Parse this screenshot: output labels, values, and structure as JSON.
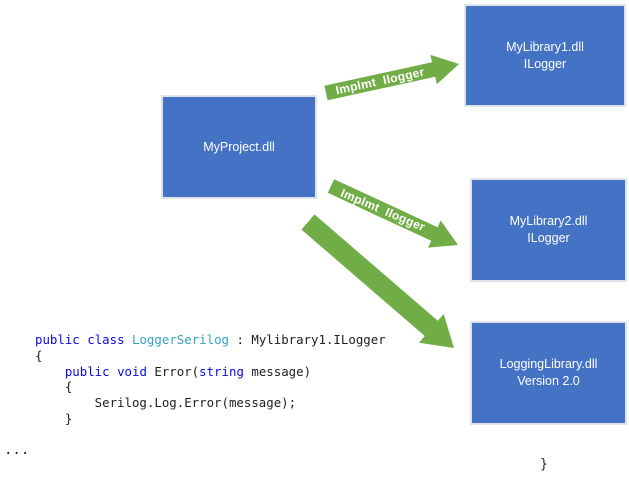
{
  "diagram": {
    "nodes": [
      {
        "id": "myproject",
        "lines": [
          "MyProject.dll"
        ]
      },
      {
        "id": "mylibrary1",
        "lines": [
          "MyLibrary1.dll",
          "ILogger"
        ]
      },
      {
        "id": "mylibrary2",
        "lines": [
          "MyLibrary2.dll",
          "ILogger"
        ]
      },
      {
        "id": "logginglibrary",
        "lines": [
          "LoggingLibrary.dll",
          "Version 2.0"
        ]
      }
    ],
    "arrows": [
      {
        "id": "implement-arrow-1",
        "label": "Implmt  Ilogger"
      },
      {
        "id": "implement-arrow-2",
        "label": "Implmt  Ilogger"
      },
      {
        "id": "dependency-arrow-3",
        "label": ""
      }
    ],
    "colors": {
      "node_fill": "#4472C4",
      "node_border": "#DFE3EC",
      "node_text": "#FFFFFF",
      "arrow_fill": "#70AD47",
      "arrow_label_text": "#FFFFFF",
      "code_keyword": "#0909E0",
      "code_type": "#33A2C6",
      "code_plain": "#1E1E1E"
    }
  },
  "code": {
    "lines": [
      [
        {
          "t": "public",
          "c": "kw"
        },
        {
          "t": " ",
          "c": "pl"
        },
        {
          "t": "class",
          "c": "kw"
        },
        {
          "t": " ",
          "c": "pl"
        },
        {
          "t": "LoggerSerilog",
          "c": "type"
        },
        {
          "t": " : Mylibrary1.ILogger",
          "c": "pl"
        }
      ],
      [
        {
          "t": "{",
          "c": "pl"
        }
      ],
      [
        {
          "t": "    ",
          "c": "pl"
        },
        {
          "t": "public",
          "c": "kw"
        },
        {
          "t": " ",
          "c": "pl"
        },
        {
          "t": "void",
          "c": "kw"
        },
        {
          "t": " Error(",
          "c": "pl"
        },
        {
          "t": "string",
          "c": "kw"
        },
        {
          "t": " message)",
          "c": "pl"
        }
      ],
      [
        {
          "t": "    {",
          "c": "pl"
        }
      ],
      [
        {
          "t": "        Serilog.Log.Error(message);",
          "c": "pl"
        }
      ],
      [
        {
          "t": "    }",
          "c": "pl"
        }
      ]
    ],
    "trailing_ellipsis": "...",
    "stray_brace": "}"
  }
}
